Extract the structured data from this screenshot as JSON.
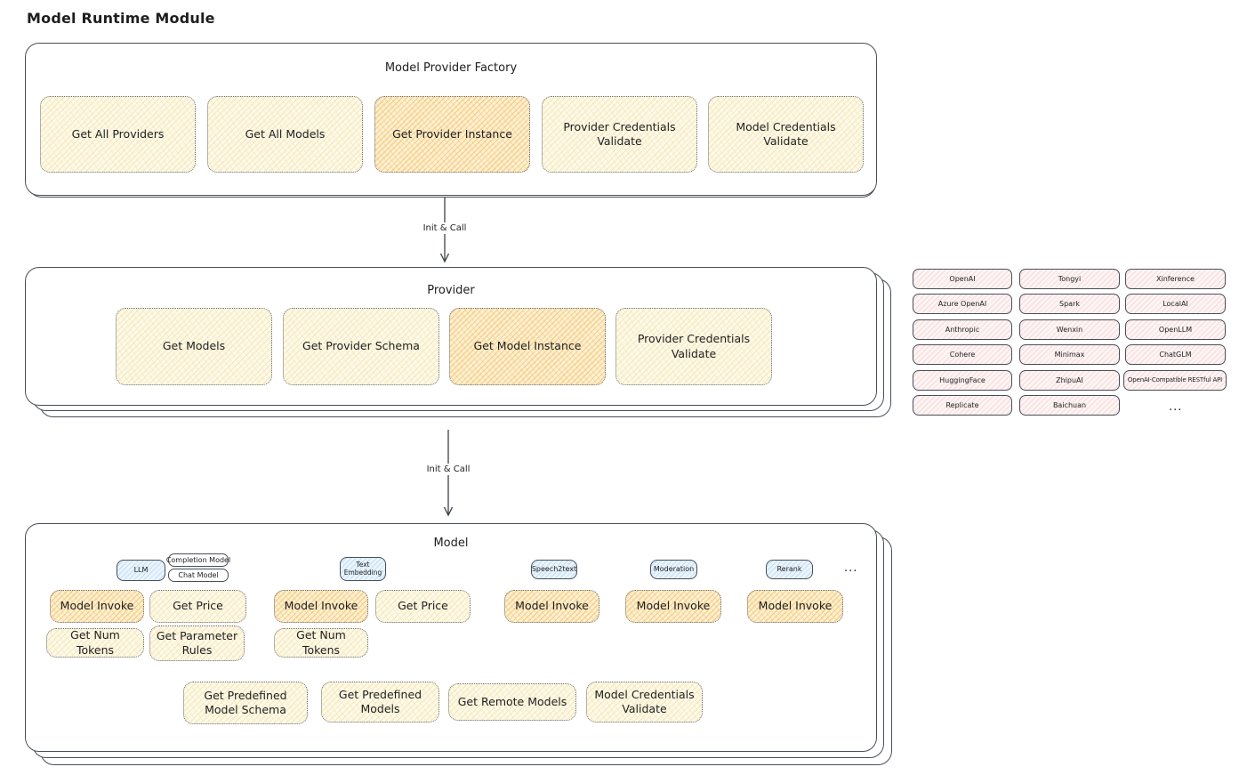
{
  "canvas": {
    "title": "Model Runtime Module"
  },
  "arrows": {
    "label1": "Init & Call",
    "label2": "Init & Call"
  },
  "factory": {
    "title": "Model Provider Factory",
    "items": [
      {
        "label": "Get All Providers",
        "highlight": false
      },
      {
        "label": "Get All Models",
        "highlight": false
      },
      {
        "label": "Get Provider Instance",
        "highlight": true
      },
      {
        "label": "Provider Credentials Validate",
        "highlight": false
      },
      {
        "label": "Model Credentials Validate",
        "highlight": false
      }
    ]
  },
  "provider": {
    "title": "Provider",
    "items": [
      {
        "label": "Get Models",
        "highlight": false
      },
      {
        "label": "Get Provider Schema",
        "highlight": false
      },
      {
        "label": "Get Model Instance",
        "highlight": true
      },
      {
        "label": "Provider Credentials Validate",
        "highlight": false
      }
    ]
  },
  "provider_list": {
    "columns": [
      [
        "OpenAI",
        "Azure OpenAI",
        "Anthropic",
        "Cohere",
        "HuggingFace",
        "Replicate"
      ],
      [
        "Tongyi",
        "Spark",
        "Wenxin",
        "Minimax",
        "ZhipuAI",
        "Baichuan"
      ],
      [
        "Xinference",
        "LocalAI",
        "OpenLLM",
        "ChatGLM",
        "OpenAI-Compatible RESTful API"
      ]
    ],
    "ellipsis": "..."
  },
  "model": {
    "title": "Model",
    "ellipsis": "...",
    "tabs": {
      "llm": "LLM",
      "completion": "Completion Model",
      "chat": "Chat Model",
      "text_embedding": "Text Embedding",
      "speech2text": "Speech2text",
      "moderation": "Moderation",
      "rerank": "Rerank"
    },
    "ops": {
      "model_invoke": "Model Invoke",
      "get_price": "Get Price",
      "get_num_tokens": "Get Num Tokens",
      "get_parameter_rules": "Get Parameter Rules"
    },
    "bottom": [
      "Get Predefined Model Schema",
      "Get Predefined Models",
      "Get Remote Models",
      "Model Credentials Validate"
    ]
  },
  "colors": {
    "ink": "#1e1e1e",
    "outline": "#494f57",
    "yellow_fill": "#fdf9ea",
    "yellow_hatch": "#f0db91",
    "orange_fill": "#fcf0d3",
    "orange_hatch": "#f2b24a",
    "pink_fill": "#fdf4f4",
    "pink_hatch": "#f4baba",
    "blue_fill": "#eaf4fc",
    "blue_hatch": "#9ecbf0"
  }
}
